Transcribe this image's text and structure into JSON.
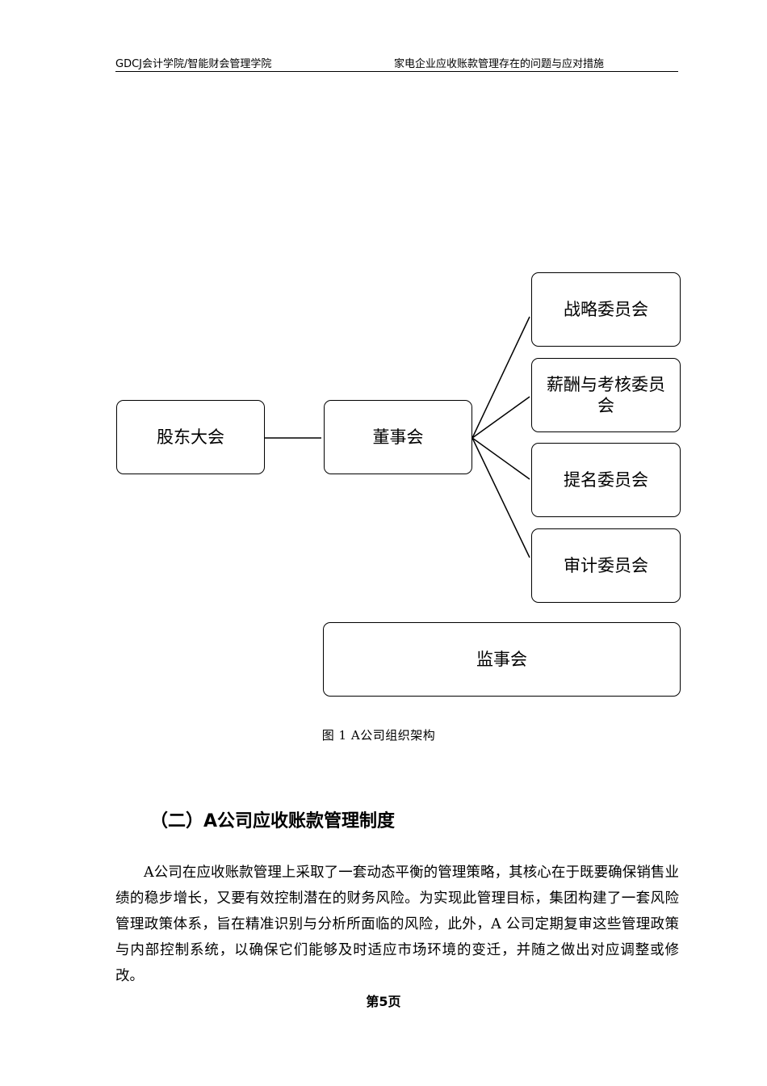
{
  "header": {
    "left": "GDCJ会计学院/智能财会管理学院",
    "right": "家电企业应收账款管理存在的问题与应对措施"
  },
  "org_chart": {
    "shareholders": "股东大会",
    "board": "董事会",
    "committees": [
      "战略委员会",
      "薪酬与考核委员会",
      "提名委员会",
      "审计委员会"
    ],
    "supervisory": "监事会"
  },
  "figure_caption": "图 1  A公司组织架构",
  "section_heading": "（二）A公司应收账款管理制度",
  "paragraph": "A公司在应收账款管理上采取了一套动态平衡的管理策略，其核心在于既要确保销售业绩的稳步增长，又要有效控制潜在的财务风险。为实现此管理目标，集团构建了一套风险管理政策体系，旨在精准识别与分析所面临的风险，此外，A 公司定期复审这些管理政策与内部控制系统，以确保它们能够及时适应市场环境的变迁，并随之做出对应调整或修改。",
  "page_number": "第5页"
}
